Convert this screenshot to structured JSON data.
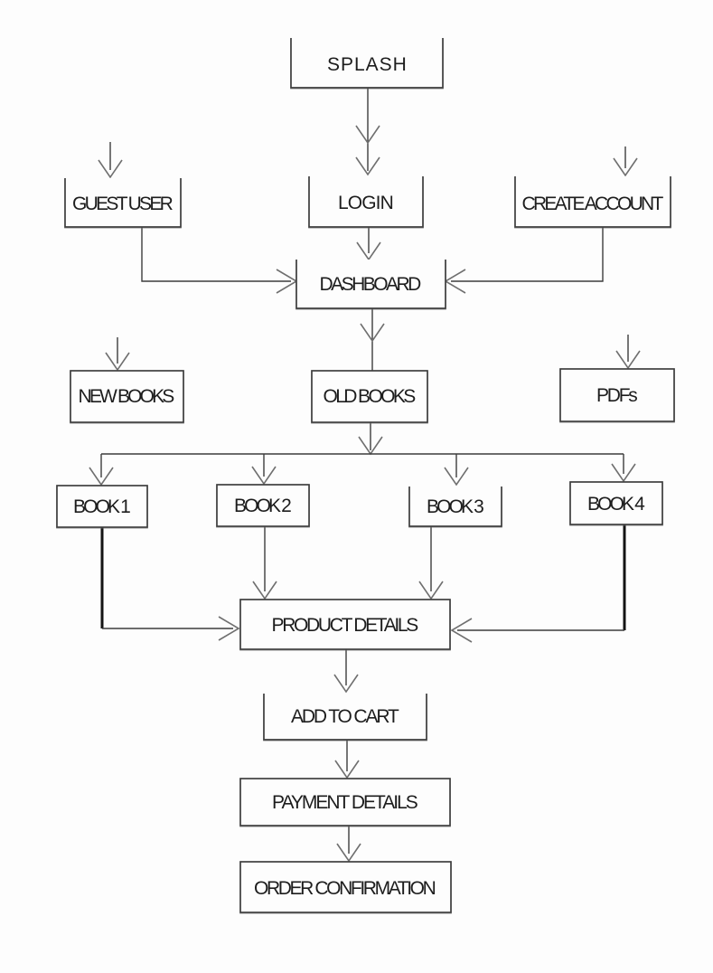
{
  "diagram": {
    "type": "flowchart",
    "background_color": "#fdfdfd",
    "line_color": "#3c3c3c",
    "arrowhead_color": "#6f6f6f",
    "text_color": "#1d1d1d",
    "nodes": {
      "splash": {
        "label": "SPLASH"
      },
      "guest_user": {
        "label": "GUEST USER"
      },
      "login": {
        "label": "LOGIN"
      },
      "create_account": {
        "label": "CREATE ACCOUNT"
      },
      "dashboard": {
        "label": "DASHBOARD"
      },
      "new_books": {
        "label": "NEW BOOKS"
      },
      "old_books": {
        "label": "OLD BOOKS"
      },
      "pdfs": {
        "label": "PDFs"
      },
      "book1": {
        "label": "BOOK 1"
      },
      "book2": {
        "label": "BOOK 2"
      },
      "book3": {
        "label": "BOOK 3"
      },
      "book4": {
        "label": "BOOK 4"
      },
      "product_details": {
        "label": "PRODUCT DETAILS"
      },
      "add_to_cart": {
        "label": "ADD TO CART"
      },
      "payment_details": {
        "label": "PAYMENT DETAILS"
      },
      "order_confirmation": {
        "label": "ORDER CONFIRMATION"
      }
    },
    "edges": [
      {
        "from": null,
        "to": "guest_user"
      },
      {
        "from": "splash",
        "to": "login"
      },
      {
        "from": null,
        "to": "create_account"
      },
      {
        "from": "guest_user",
        "to": "dashboard"
      },
      {
        "from": "login",
        "to": "dashboard"
      },
      {
        "from": "create_account",
        "to": "dashboard"
      },
      {
        "from": null,
        "to": "new_books"
      },
      {
        "from": "dashboard",
        "to": "old_books"
      },
      {
        "from": null,
        "to": "pdfs"
      },
      {
        "from": "old_books",
        "to": "book1"
      },
      {
        "from": "old_books",
        "to": "book2"
      },
      {
        "from": "old_books",
        "to": "book3"
      },
      {
        "from": "old_books",
        "to": "book4"
      },
      {
        "from": "book1",
        "to": "product_details"
      },
      {
        "from": "book2",
        "to": "product_details"
      },
      {
        "from": "book3",
        "to": "product_details"
      },
      {
        "from": "book4",
        "to": "product_details"
      },
      {
        "from": "product_details",
        "to": "add_to_cart"
      },
      {
        "from": "add_to_cart",
        "to": "payment_details"
      },
      {
        "from": "payment_details",
        "to": "order_confirmation"
      }
    ]
  }
}
